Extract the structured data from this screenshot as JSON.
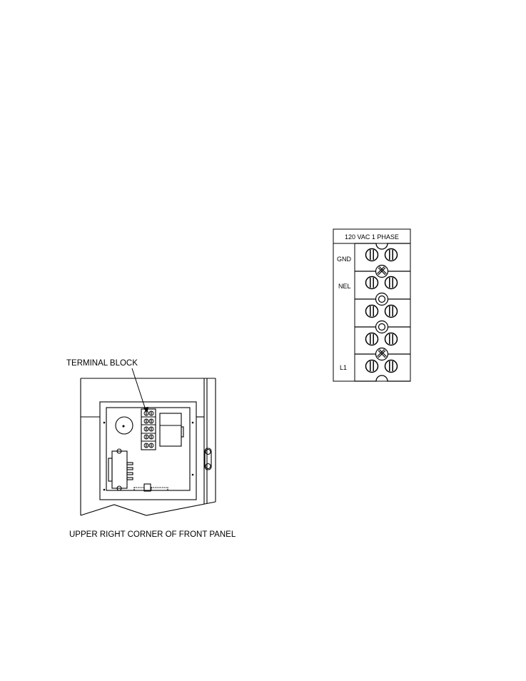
{
  "labels": {
    "terminal_block": "TERMINAL BLOCK",
    "front_panel_caption": "UPPER RIGHT CORNER OF FRONT PANEL"
  },
  "terminal_detail": {
    "header": "120 VAC  1 PHASE",
    "rows": [
      {
        "label": "GND"
      },
      {
        "label": "NEL"
      },
      {
        "label": ""
      },
      {
        "label": ""
      },
      {
        "label": "L1"
      }
    ]
  }
}
